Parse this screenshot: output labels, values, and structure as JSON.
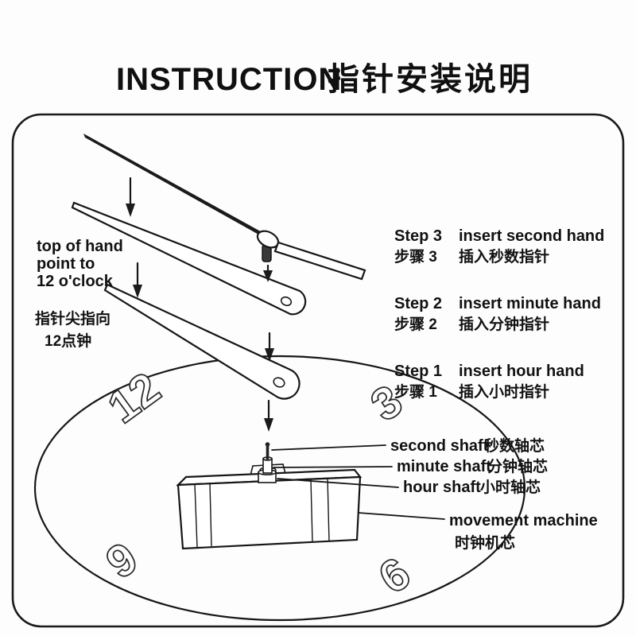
{
  "title": {
    "en": "INSTRUCTION",
    "cn": "指针安装说明"
  },
  "hand_note": {
    "en": [
      "top of hand",
      "point to",
      "12 o'clock"
    ],
    "cn": [
      "指针尖指向",
      "12点钟"
    ]
  },
  "steps": [
    {
      "en_label": "Step 3",
      "en_text": "insert second hand",
      "cn_label": "步骤 3",
      "cn_text": "插入秒数指针"
    },
    {
      "en_label": "Step 2",
      "en_text": "insert minute hand",
      "cn_label": "步骤 2",
      "cn_text": "插入分钟指针"
    },
    {
      "en_label": "Step 1",
      "en_text": "insert hour hand",
      "cn_label": "步骤 1",
      "cn_text": "插入小时指针"
    }
  ],
  "shafts": [
    {
      "en": "second shaft",
      "cn": "秒数轴芯"
    },
    {
      "en": "minute shaft",
      "cn": "分钟轴芯"
    },
    {
      "en": "hour shaft",
      "cn": "小时轴芯"
    }
  ],
  "movement": {
    "en": "movement machine",
    "cn": "时钟机芯"
  },
  "clock_numbers": {
    "n12": "12",
    "n3": "3",
    "n9": "9",
    "n6": "6"
  },
  "colors": {
    "ink": "#161616",
    "paper": "#fdfdfd"
  }
}
